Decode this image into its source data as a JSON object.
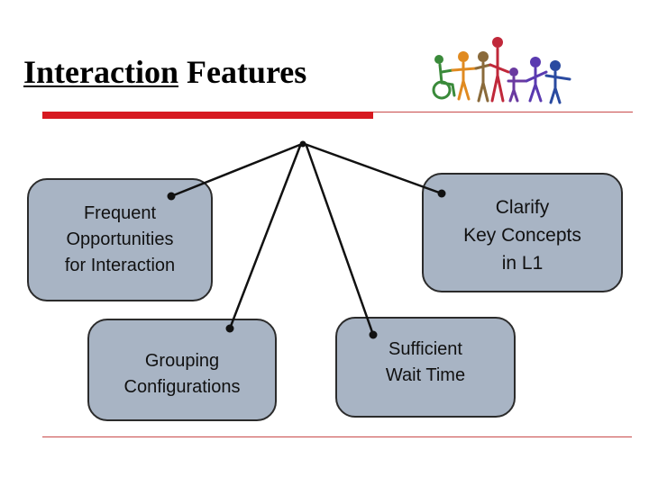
{
  "title": {
    "underlined": "Interaction",
    "rest": " Features"
  },
  "boxes": {
    "frequent": "Frequent\nOpportunities\nfor Interaction",
    "clarify": "Clarify\nKey Concepts\nin L1",
    "grouping": "Grouping\nConfigurations",
    "wait": "Sufficient\nWait Time"
  },
  "colors": {
    "accent_bar": "#d71920",
    "rule": "#c94a4a",
    "box_fill": "#a8b4c4",
    "connector": "#111111"
  },
  "logo": {
    "icon": "people-holding-hands-icon"
  }
}
